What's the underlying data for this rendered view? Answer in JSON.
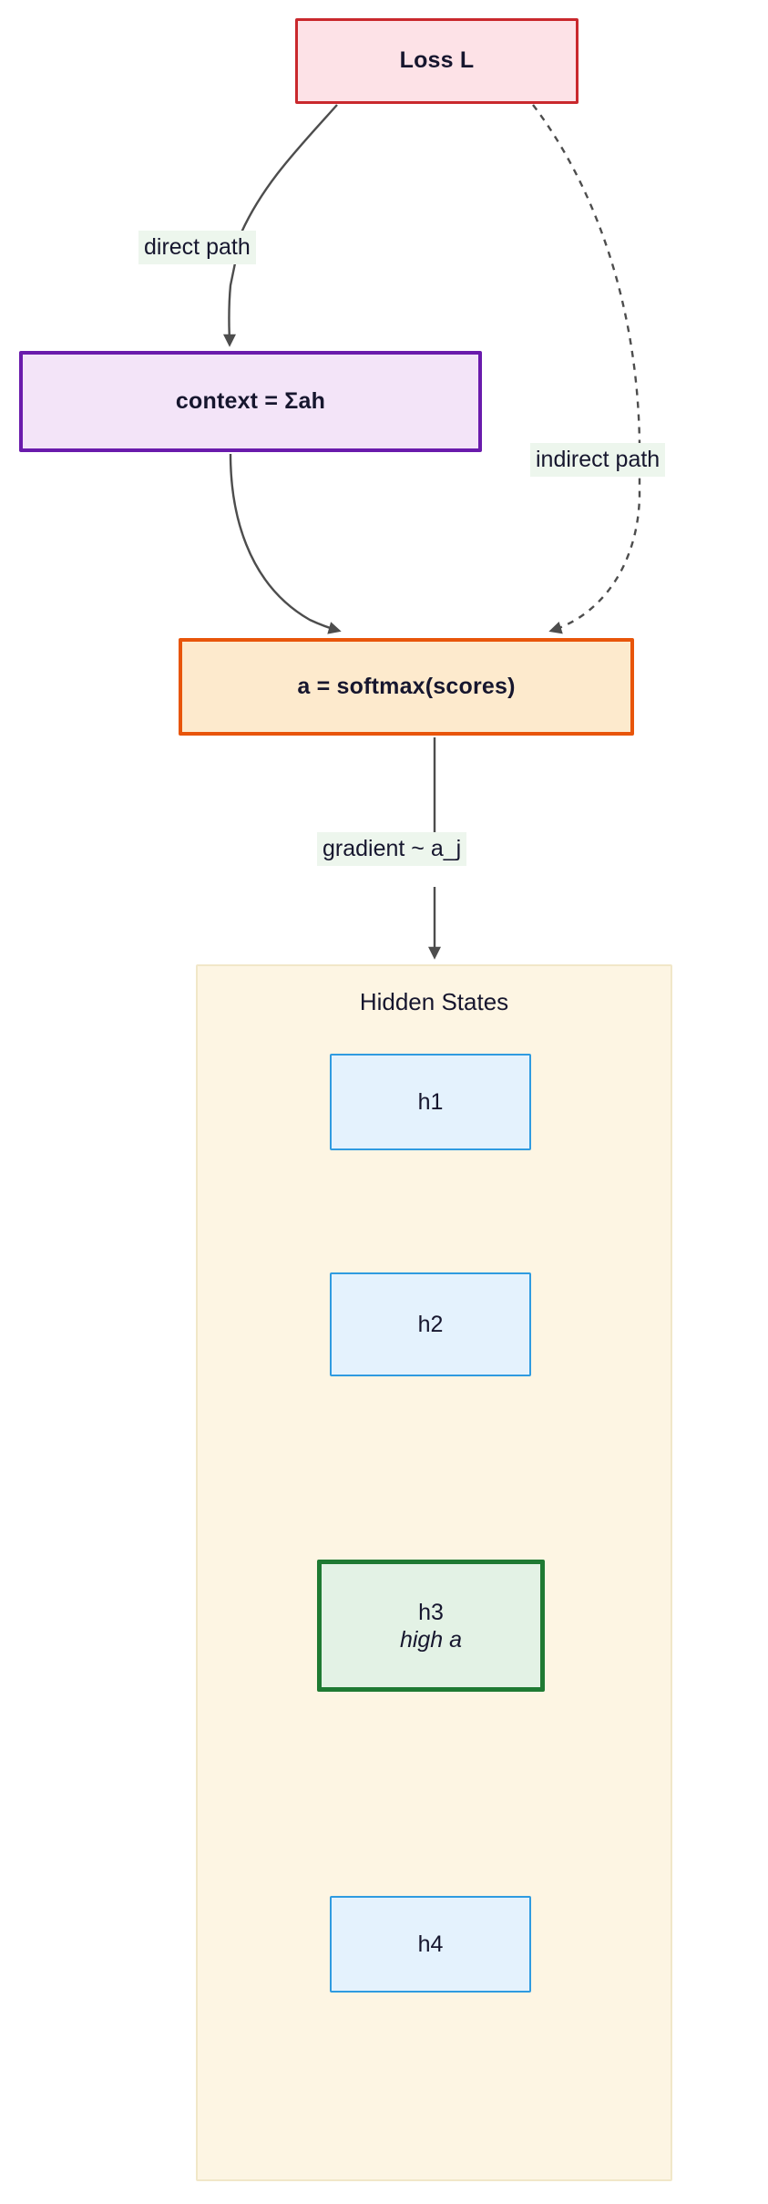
{
  "diagram": {
    "type": "flowchart",
    "title_text": "",
    "nodes": [
      {
        "id": "loss",
        "label": "Loss L",
        "shape": "rectangle",
        "fill": "#fde2e7",
        "stroke": "#c9282d",
        "text_color": "#16162e",
        "bold": true
      },
      {
        "id": "context",
        "label": "context = Σah",
        "shape": "rectangle",
        "fill": "#f3e4f8",
        "stroke": "#6a1bac",
        "text_color": "#16162e",
        "bold": true
      },
      {
        "id": "softmax",
        "label": "a = softmax(scores)",
        "shape": "rectangle",
        "fill": "#fdeacd",
        "stroke": "#e8550a",
        "text_color": "#16162e",
        "bold": true
      }
    ],
    "cluster": {
      "id": "hidden-states",
      "title": "Hidden States",
      "fill": "#fdf5e3",
      "stroke": "#f1e7c8",
      "items": [
        {
          "id": "h1",
          "name": "h1",
          "sub": "",
          "fill": "#e4f2fd",
          "stroke": "#2f9be0",
          "highlighted": false
        },
        {
          "id": "h2",
          "name": "h2",
          "sub": "",
          "fill": "#e4f2fd",
          "stroke": "#2f9be0",
          "highlighted": false
        },
        {
          "id": "h3",
          "name": "h3",
          "sub": "high a",
          "fill": "#e3f2e5",
          "stroke": "#1f7a33",
          "highlighted": true
        },
        {
          "id": "h4",
          "name": "h4",
          "sub": "",
          "fill": "#e4f2fd",
          "stroke": "#2f9be0",
          "highlighted": false
        }
      ]
    },
    "edges": [
      {
        "id": "loss-to-context",
        "from": "loss",
        "to": "context",
        "label": "direct path",
        "style": "solid",
        "arrow": true,
        "color": "#4d4d4d"
      },
      {
        "id": "loss-to-softmax",
        "from": "loss",
        "to": "softmax",
        "label": "indirect path",
        "style": "dashed",
        "arrow": true,
        "color": "#4d4d4d"
      },
      {
        "id": "context-to-softmax",
        "from": "context",
        "to": "softmax",
        "label": "",
        "style": "solid",
        "arrow": true,
        "color": "#4d4d4d"
      },
      {
        "id": "softmax-to-hidden-states",
        "from": "softmax",
        "to": "hidden-states",
        "label": "gradient ~ a_j",
        "style": "solid",
        "arrow": true,
        "color": "#4d4d4d"
      }
    ],
    "label_background": "#edf6ed",
    "canvas_background": "#ffffff"
  }
}
